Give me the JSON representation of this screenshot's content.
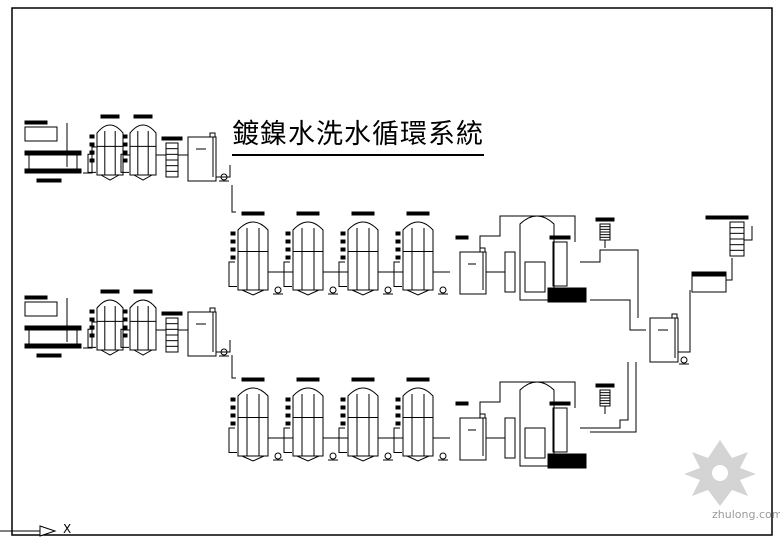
{
  "drawing": {
    "title": "鍍鎳水洗水循環系統",
    "watermark": "zhulong.com",
    "axis_label": "X",
    "line_color": "#000000",
    "watermark_color": "#9a9a9a"
  }
}
